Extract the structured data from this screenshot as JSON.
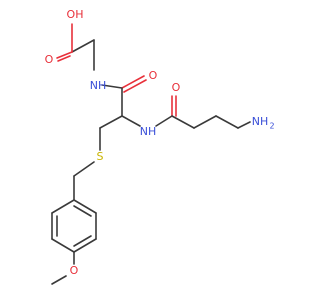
{
  "molecule": {
    "atoms": {
      "oh": {
        "text": "OH",
        "element": "O"
      },
      "o_acid": {
        "text": "O",
        "element": "O"
      },
      "nh_gly": {
        "text": "NH",
        "element": "N"
      },
      "o_amide1": {
        "text": "O",
        "element": "O"
      },
      "nh_cys": {
        "text": "NH",
        "element": "N"
      },
      "o_amide2": {
        "text": "O",
        "element": "O"
      },
      "nh2": {
        "text": "NH",
        "element": "N"
      },
      "nh2_sub": {
        "text": "2",
        "element": "N"
      },
      "s": {
        "text": "S",
        "element": "S"
      },
      "o_methoxy": {
        "text": "O",
        "element": "O"
      }
    }
  }
}
